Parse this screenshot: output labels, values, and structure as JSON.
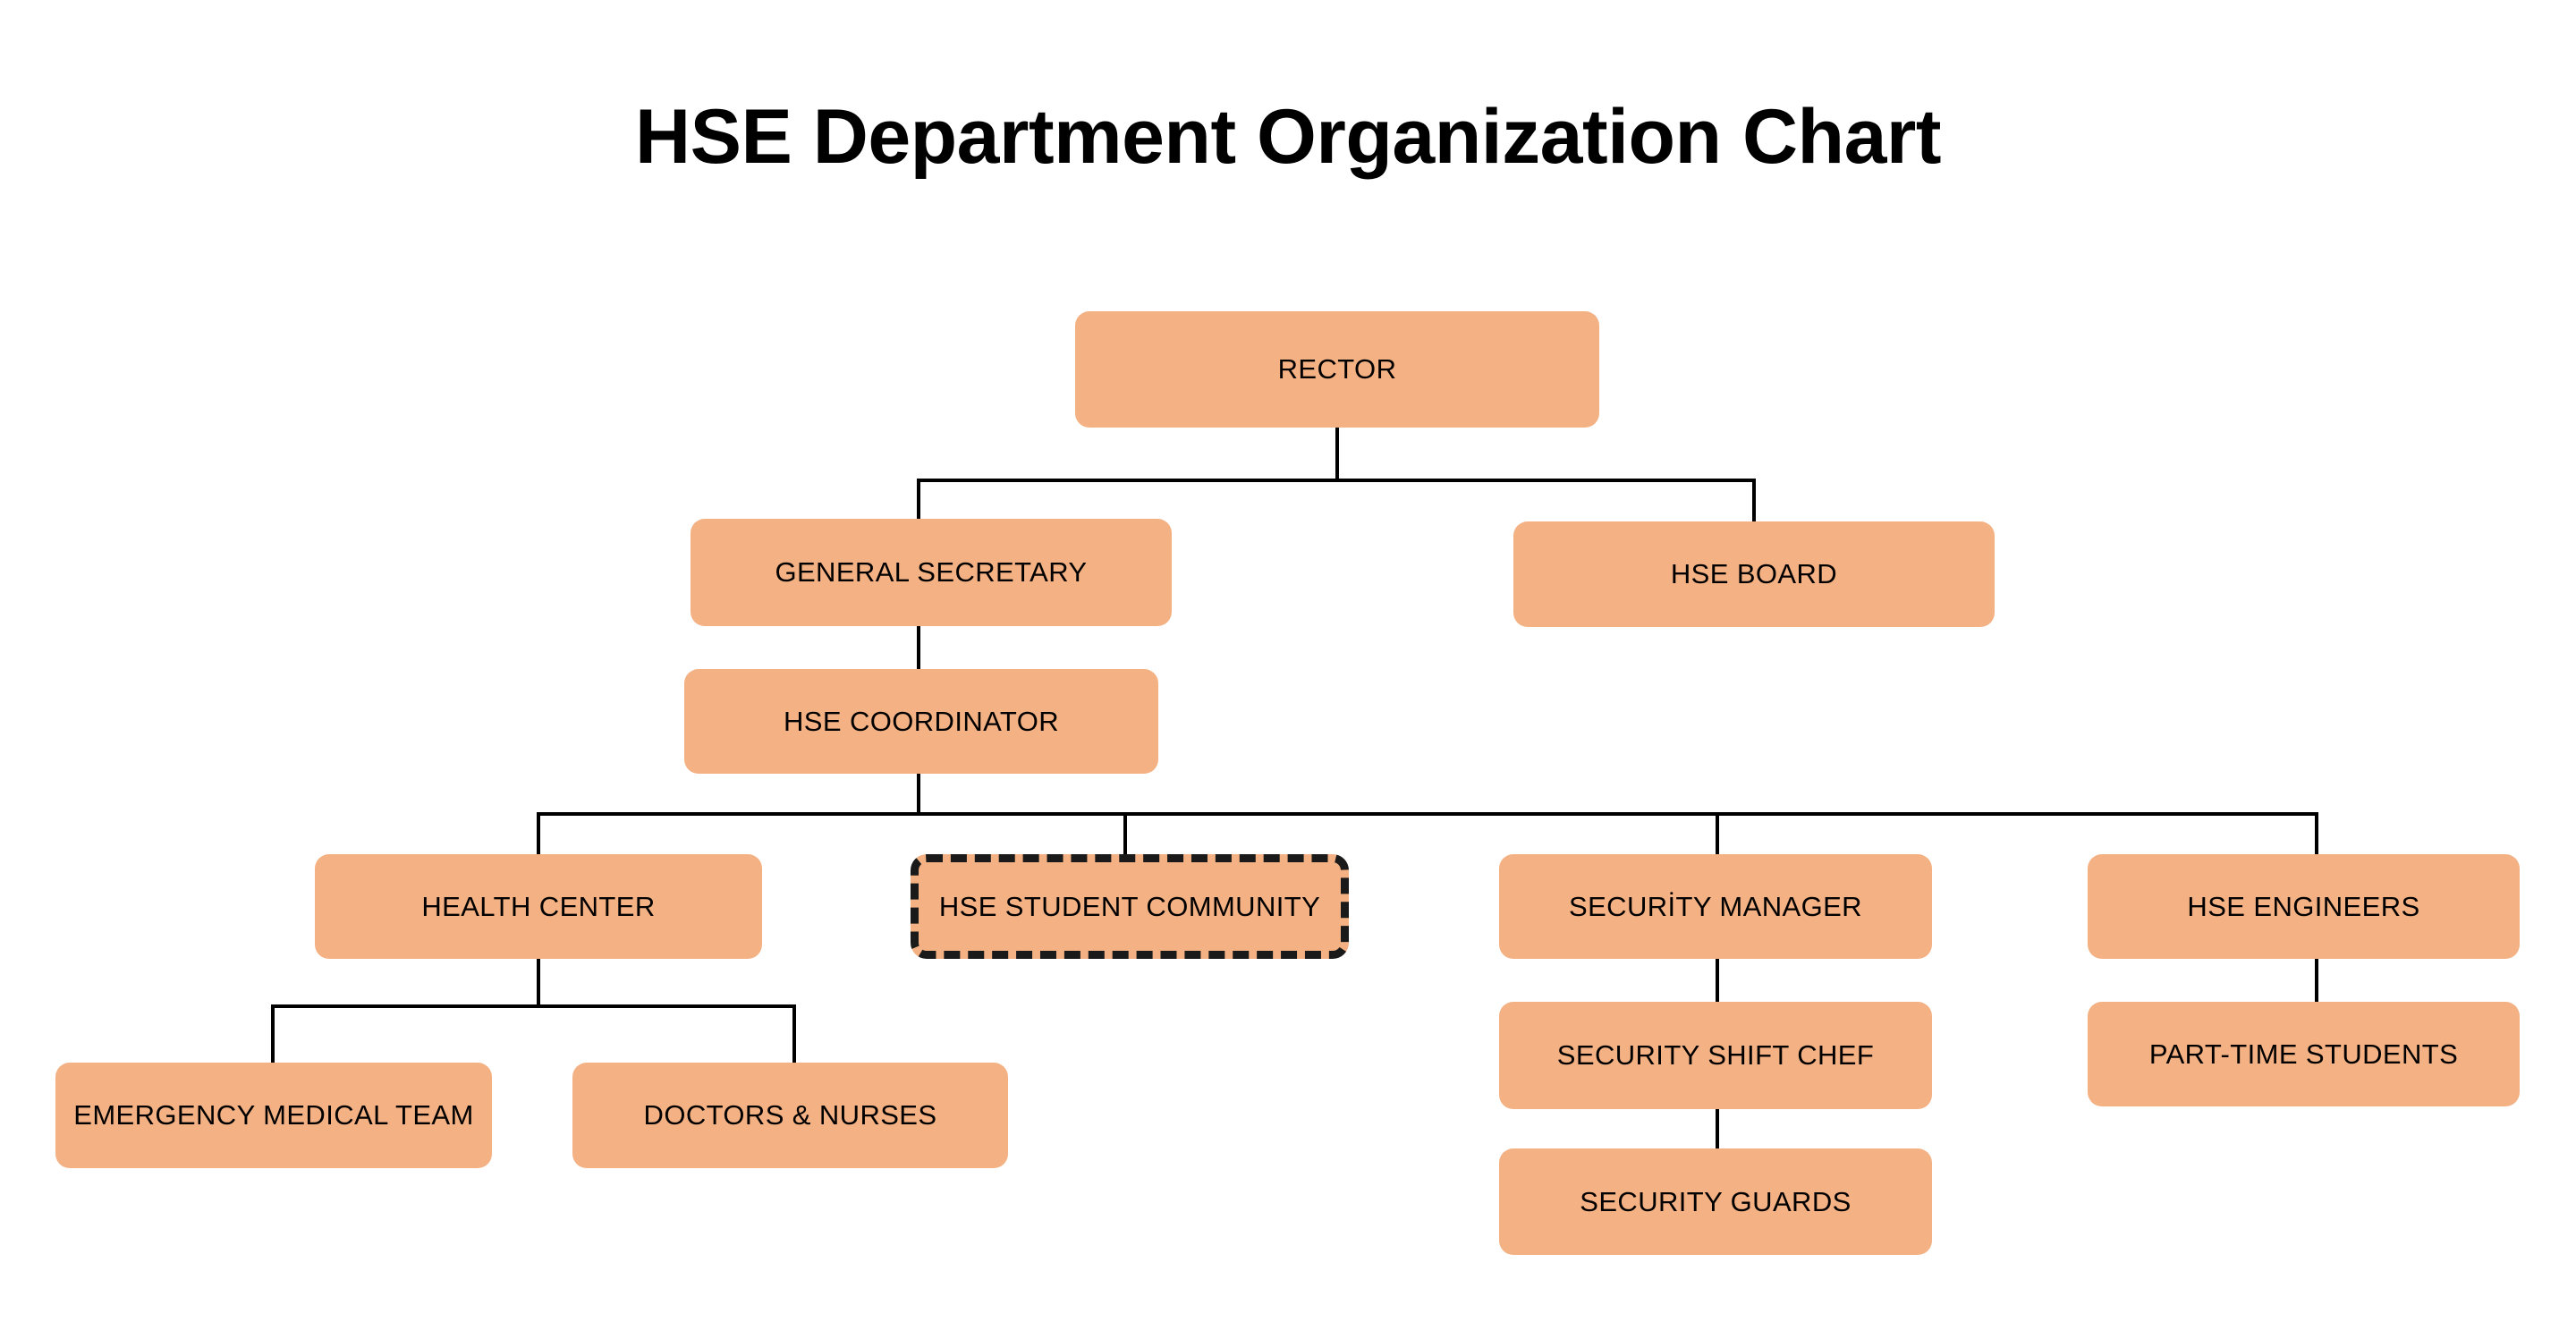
{
  "title": "HSE Department Organization Chart",
  "theme": {
    "node_fill": "#f4b183",
    "node_text": "#000000",
    "connector_color": "#000000",
    "background": "#ffffff",
    "dashed_outline": "#1a1a1a"
  },
  "chart_data": {
    "type": "diagram",
    "diagram_type": "organization-chart",
    "orientation": "top-down",
    "title": "HSE Department Organization Chart",
    "node_count": 13,
    "levels": 5,
    "nodes": [
      {
        "id": "rector",
        "label": "RECTOR",
        "level": 0,
        "parent": null,
        "style": "solid"
      },
      {
        "id": "general-secretary",
        "label": "GENERAL SECRETARY",
        "level": 1,
        "parent": "rector",
        "style": "solid"
      },
      {
        "id": "hse-board",
        "label": "HSE BOARD",
        "level": 1,
        "parent": "rector",
        "style": "solid"
      },
      {
        "id": "hse-coordinator",
        "label": "HSE COORDINATOR",
        "level": 2,
        "parent": "general-secretary",
        "style": "solid"
      },
      {
        "id": "health-center",
        "label": "HEALTH CENTER",
        "level": 3,
        "parent": "hse-coordinator",
        "style": "solid"
      },
      {
        "id": "hse-student-community",
        "label": "HSE STUDENT COMMUNITY",
        "level": 3,
        "parent": "hse-coordinator",
        "style": "dashed"
      },
      {
        "id": "security-manager",
        "label": "SECURİTY MANAGER",
        "level": 3,
        "parent": "hse-coordinator",
        "style": "solid"
      },
      {
        "id": "hse-engineers",
        "label": "HSE ENGINEERS",
        "level": 3,
        "parent": "hse-coordinator",
        "style": "solid"
      },
      {
        "id": "emergency-medical-team",
        "label": "EMERGENCY MEDICAL TEAM",
        "level": 4,
        "parent": "health-center",
        "style": "solid"
      },
      {
        "id": "doctors-nurses",
        "label": "DOCTORS & NURSES",
        "level": 4,
        "parent": "health-center",
        "style": "solid"
      },
      {
        "id": "security-shift-chef",
        "label": "SECURITY SHIFT CHEF",
        "level": 4,
        "parent": "security-manager",
        "style": "solid"
      },
      {
        "id": "security-guards",
        "label": "SECURITY GUARDS",
        "level": 5,
        "parent": "security-shift-chef",
        "style": "solid"
      },
      {
        "id": "part-time-students",
        "label": "PART-TIME STUDENTS",
        "level": 4,
        "parent": "hse-engineers",
        "style": "solid"
      }
    ],
    "edges": [
      {
        "from": "rector",
        "to": "general-secretary"
      },
      {
        "from": "rector",
        "to": "hse-board"
      },
      {
        "from": "general-secretary",
        "to": "hse-coordinator"
      },
      {
        "from": "hse-coordinator",
        "to": "health-center"
      },
      {
        "from": "hse-coordinator",
        "to": "hse-student-community"
      },
      {
        "from": "hse-coordinator",
        "to": "security-manager"
      },
      {
        "from": "hse-coordinator",
        "to": "hse-engineers"
      },
      {
        "from": "health-center",
        "to": "emergency-medical-team"
      },
      {
        "from": "health-center",
        "to": "doctors-nurses"
      },
      {
        "from": "security-manager",
        "to": "security-shift-chef"
      },
      {
        "from": "security-shift-chef",
        "to": "security-guards"
      },
      {
        "from": "hse-engineers",
        "to": "part-time-students"
      }
    ]
  },
  "nodes": {
    "rector": "RECTOR",
    "general_secretary": "GENERAL SECRETARY",
    "hse_board": "HSE BOARD",
    "hse_coordinator": "HSE COORDINATOR",
    "health_center": "HEALTH CENTER",
    "hse_student_community": "HSE STUDENT COMMUNITY",
    "security_manager": "SECURİTY MANAGER",
    "hse_engineers": "HSE ENGINEERS",
    "emergency_medical_team": "EMERGENCY MEDICAL TEAM",
    "doctors_nurses": "DOCTORS & NURSES",
    "security_shift_chef": "SECURITY SHIFT CHEF",
    "security_guards": "SECURITY GUARDS",
    "part_time_students": "PART-TIME STUDENTS"
  }
}
